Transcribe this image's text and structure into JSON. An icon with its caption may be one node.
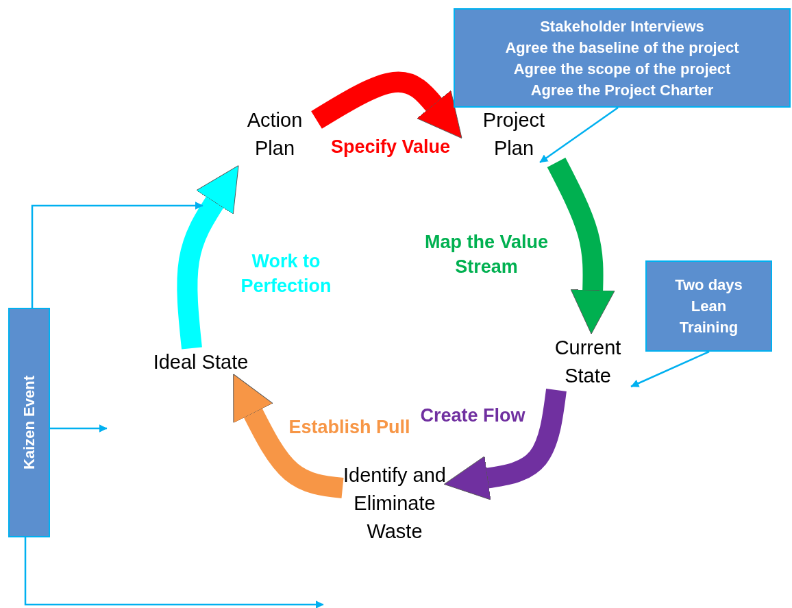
{
  "diagram": {
    "nodes": [
      {
        "text": [
          "Action Plan"
        ]
      },
      {
        "text": [
          "Project Plan"
        ]
      },
      {
        "text": [
          "Stakeholder Interviews",
          "Agree the baseline of the project",
          "Agree the scope of the project",
          "Agree the Project Charter"
        ]
      },
      {
        "text": [
          "Current State"
        ]
      },
      {
        "text": [
          "Two days Lean Training"
        ]
      },
      {
        "text": [
          "Identify and Eliminate Waste"
        ]
      },
      {
        "text": [
          "Ideal State"
        ]
      },
      {
        "text": [
          "Kaizen Event"
        ]
      }
    ],
    "edges": [
      {
        "from": 0,
        "to": 1,
        "arrow": "to",
        "label": "Specify Value",
        "style": "thick",
        "color": "#ff0000"
      },
      {
        "from": 1,
        "to": 3,
        "arrow": "to",
        "label": "Map the Value Stream",
        "style": "thick",
        "color": "#00b050"
      },
      {
        "from": 3,
        "to": 5,
        "arrow": "to",
        "label": "Create Flow",
        "style": "thick",
        "color": "#7030a0"
      },
      {
        "from": 5,
        "to": 6,
        "arrow": "to",
        "label": "Establish Pull",
        "style": "thick",
        "color": "#f79646"
      },
      {
        "from": 6,
        "to": 0,
        "arrow": "to",
        "label": "Work to Perfection",
        "style": "thick",
        "color": "#00ffff"
      },
      {
        "from": 2,
        "to": 1,
        "arrow": "to"
      },
      {
        "from": 4,
        "to": 3,
        "arrow": "to"
      },
      {
        "from": 7,
        "to": null,
        "arrow": "to"
      },
      {
        "from": 7,
        "to": null,
        "arrow": "to"
      },
      {
        "from": 7,
        "to": null,
        "arrow": "to"
      }
    ]
  }
}
